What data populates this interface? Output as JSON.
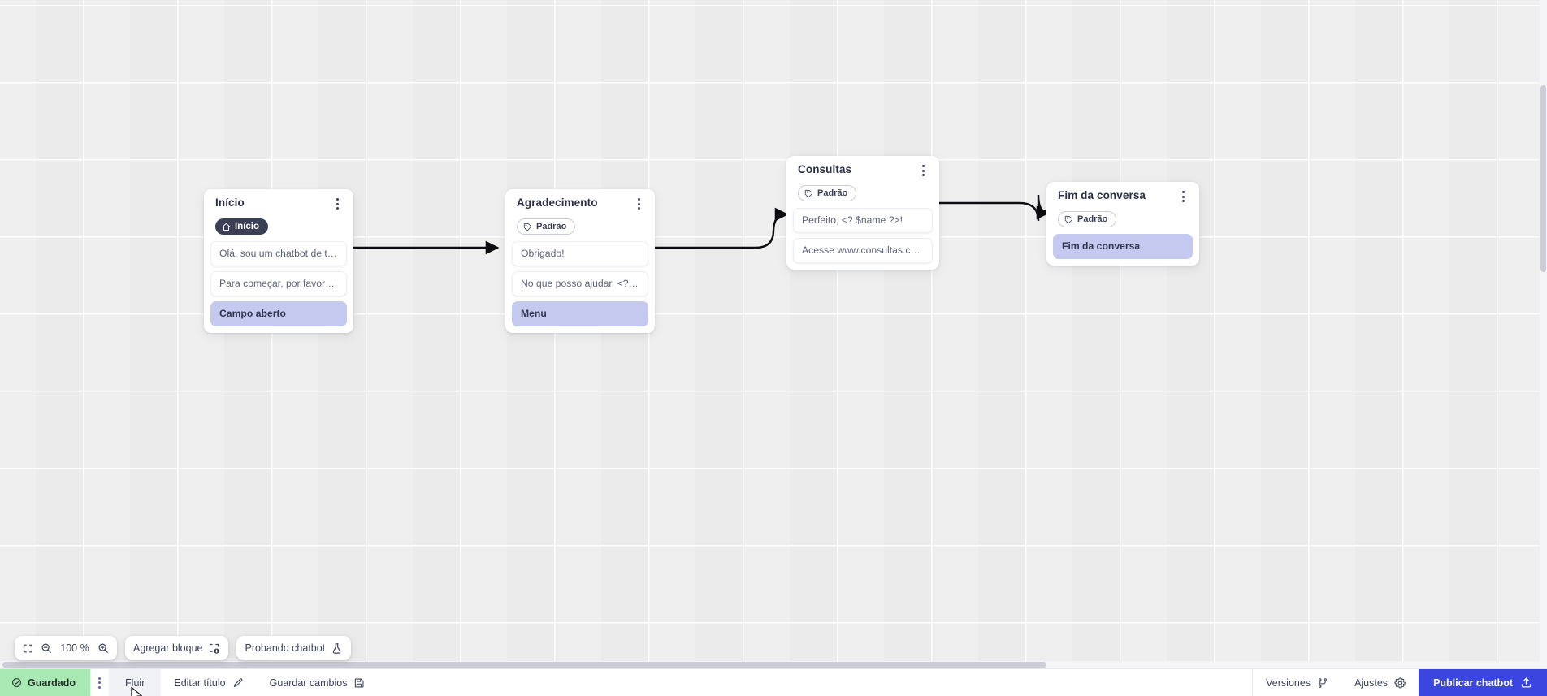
{
  "canvas": {
    "zoom_level": "100 %",
    "nodes": [
      {
        "id": "inicio",
        "title": "Início",
        "badge": {
          "type": "start",
          "label": "Início",
          "icon": "home-icon"
        },
        "blocks": [
          {
            "text": "Olá, sou um chatbot de teste!",
            "accent": false
          },
          {
            "text": "Para começar, por favor digite o ...",
            "accent": false
          },
          {
            "text": "Campo aberto",
            "accent": true
          }
        ]
      },
      {
        "id": "agradecimento",
        "title": "Agradecimento",
        "badge": {
          "type": "default",
          "label": "Padrão",
          "icon": "tag-icon"
        },
        "blocks": [
          {
            "text": "Obrigado!",
            "accent": false
          },
          {
            "text": "No que posso ajudar, <? $name ...",
            "accent": false
          },
          {
            "text": "Menu",
            "accent": true
          }
        ]
      },
      {
        "id": "consultas",
        "title": "Consultas",
        "badge": {
          "type": "default",
          "label": "Padrão",
          "icon": "tag-icon"
        },
        "blocks": [
          {
            "text": "Perfeito, <? $name ?>!",
            "accent": false
          },
          {
            "text": "Acesse www.consultas.com par...",
            "accent": false
          }
        ]
      },
      {
        "id": "fim-da-conversa",
        "title": "Fim da conversa",
        "badge": {
          "type": "default",
          "label": "Padrão",
          "icon": "tag-icon"
        },
        "blocks": [
          {
            "text": "Fim da conversa",
            "accent": true
          }
        ]
      }
    ]
  },
  "toolbar": {
    "fit_icon": "fit-screen-icon",
    "zoom_out_icon": "zoom-out-icon",
    "zoom_in_icon": "zoom-in-icon",
    "zoom_value": "100 %",
    "add_block_label": "Agregar bloque",
    "add_block_icon": "add-block-icon",
    "test_chatbot_label": "Probando chatbot",
    "test_chatbot_icon": "flask-icon"
  },
  "statusbar": {
    "saved_label": "Guardado",
    "saved_icon": "check-circle-icon",
    "more_icon": "kebab-menu-icon",
    "flow_tab_label": "Fluir",
    "edit_title_label": "Editar título",
    "edit_title_icon": "pencil-icon",
    "save_changes_label": "Guardar cambios",
    "save_changes_icon": "save-icon",
    "versions_label": "Versiones",
    "versions_icon": "branch-icon",
    "settings_label": "Ajustes",
    "settings_icon": "gear-icon",
    "publish_label": "Publicar chatbot",
    "publish_icon": "upload-icon"
  },
  "colors": {
    "accent_block": "#c5c9ef",
    "publish_button": "#3b46e0",
    "saved_badge": "#a9eab4",
    "start_badge": "#3a3f55"
  }
}
